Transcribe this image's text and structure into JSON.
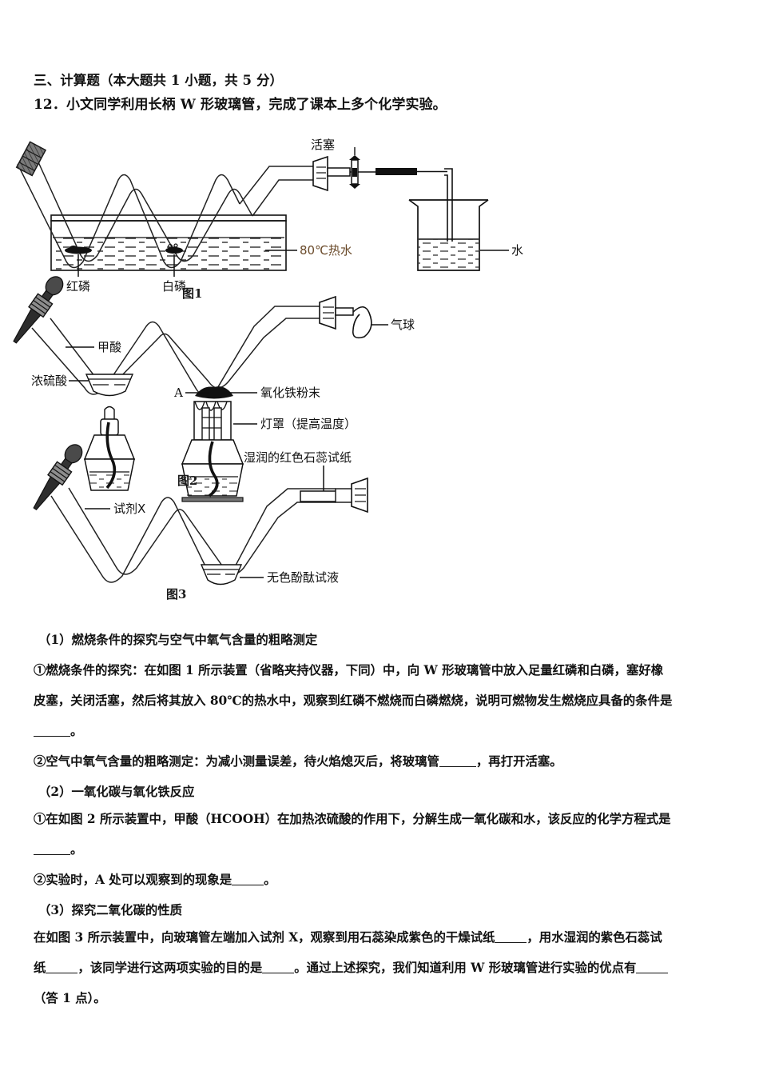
{
  "section": {
    "heading": "三、计算题（本大题共 1 小题，共 5 分）",
    "question_number_and_stem": "12．小文同学利用长柄 W 形玻璃管，完成了课本上多个化学实验。"
  },
  "figures": [
    {
      "id": "fig1",
      "caption": "图1",
      "labels": {
        "piston": "活塞",
        "hot_water": "80℃热水",
        "beaker_water": "水",
        "red_phosphorus": "红磷",
        "white_phosphorus": "白磷"
      }
    },
    {
      "id": "fig2",
      "caption": "图2",
      "labels": {
        "formic_acid": "甲酸",
        "concentrated_sulfuric_acid": "浓硫酸",
        "point_a": "A",
        "iron_oxide_powder": "氧化铁粉末",
        "lamp_shade": "灯罩（提高温度）",
        "balloon": "气球"
      }
    },
    {
      "id": "fig3",
      "caption": "图3",
      "labels": {
        "reagent_x": "试剂X",
        "moist_red_litmus_paper": "湿润的红色石蕊试纸",
        "colorless_phenolphthalein": "无色酚酞试液"
      }
    }
  ],
  "questions": [
    {
      "key": "q1_title",
      "text": "（1）燃烧条件的探究与空气中氧气含量的粗略测定"
    },
    {
      "key": "q1_a_line1",
      "text": "①燃烧条件的探究：在如图 1 所示装置（省略夹持仪器，下同）中，向 W 形玻璃管中放入足量红磷和白磷，塞好橡"
    },
    {
      "key": "q1_a_line2",
      "text": "皮塞，关闭活塞，然后将其放入 80℃的热水中，观察到红磷不燃烧而白磷燃烧，说明可燃物发生燃烧应具备的条件是"
    },
    {
      "key": "q1_a_line3_suffix",
      "text": "。"
    },
    {
      "key": "q1_b_pre",
      "text": "②空气中氧气含量的粗略测定：为减小测量误差，待火焰熄灭后，将玻璃管"
    },
    {
      "key": "q1_b_post",
      "text": "，再打开活塞。"
    },
    {
      "key": "q2_title",
      "text": "（2）一氧化碳与氧化铁反应"
    },
    {
      "key": "q2_a_line1",
      "text": "①在如图 2 所示装置中，甲酸（HCOOH）在加热浓硫酸的作用下，分解生成一氧化碳和水，该反应的化学方程式是"
    },
    {
      "key": "q2_a_line2_suffix",
      "text": "。"
    },
    {
      "key": "q2_b_pre",
      "text": "②实验时，A 处可以观察到的现象是"
    },
    {
      "key": "q2_b_post",
      "text": "。"
    },
    {
      "key": "q3_title",
      "text": "（3）探究二氧化碳的性质"
    },
    {
      "key": "q3_line1_pre",
      "text": "在如图 3 所示装置中，向玻璃管左端加入试剂 X，观察到用石蕊染成紫色的干燥试纸"
    },
    {
      "key": "q3_line1_post",
      "text": "，用水湿润的紫色石蕊试"
    },
    {
      "key": "q3_line2_a",
      "text": "纸"
    },
    {
      "key": "q3_line2_b",
      "text": "，该同学进行这两项实验的目的是"
    },
    {
      "key": "q3_line2_c",
      "text": "。通过上述探究，我们知道利用 W 形玻璃管进行实验的优点有"
    },
    {
      "key": "q3_line3",
      "text": "（答 1 点）。"
    }
  ],
  "colors": {
    "ink": "#111111",
    "label_brown": "#6a4a2a",
    "page_background": "#ffffff"
  }
}
